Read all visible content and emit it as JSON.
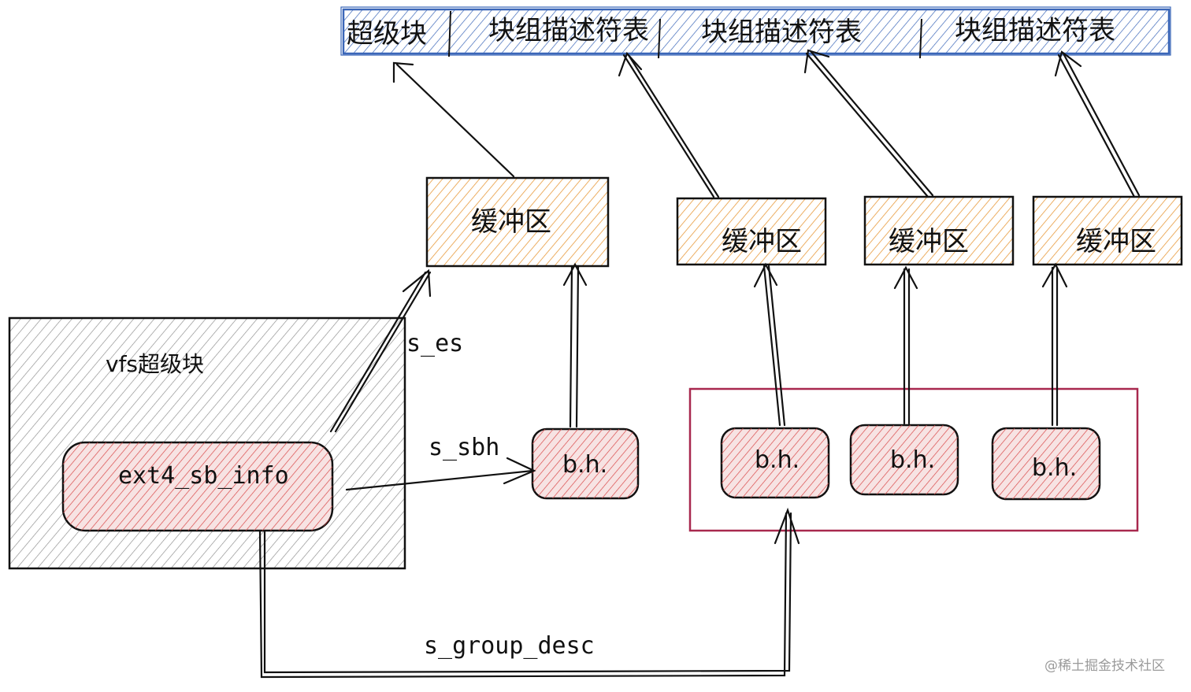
{
  "colors": {
    "top_bar": "#3a66b8",
    "buffer": "#e89a3c",
    "bh": "#d94848",
    "vfs": "#888888",
    "group_frame": "#a8284e",
    "ink": "#111111"
  },
  "top_bar": {
    "segments": [
      "超级块",
      "块组描述符表",
      "块组描述符表",
      "块组描述符表"
    ]
  },
  "buffers": [
    "缓冲区",
    "缓冲区",
    "缓冲区",
    "缓冲区"
  ],
  "vfs": {
    "title": "vfs超级块",
    "inner_label": "ext4_sb_info"
  },
  "bh_nodes": [
    "b.h.",
    "b.h.",
    "b.h.",
    "b.h."
  ],
  "edge_labels": {
    "s_es": "s_es",
    "s_sbh": "s_sbh",
    "s_group_desc": "s_group_desc"
  },
  "watermark": "@稀土掘金技术社区"
}
